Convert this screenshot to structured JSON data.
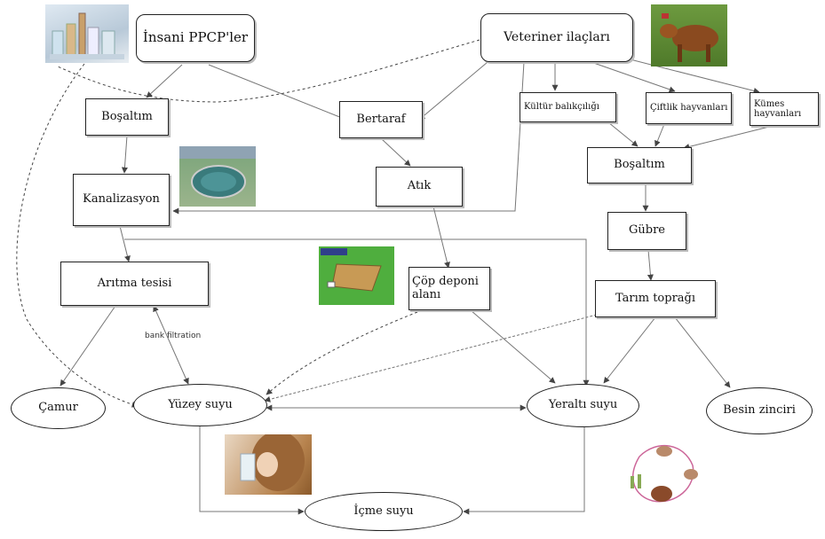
{
  "nodes": {
    "insani_ppcp": "İnsani PPCP'ler",
    "veteriner": "Veteriner ilaçları",
    "bosaltim_left": "Boşaltım",
    "bertaraf": "Bertaraf",
    "kultur": "Kültür balıkçılığı",
    "ciftlik": "Çiftlik hayvanları",
    "kumes": "Kümes hayvanları",
    "bosaltim_right": "Boşaltım",
    "kanalizasyon": "Kanalizasyon",
    "atik": "Atık",
    "gubre": "Gübre",
    "aritma": "Arıtma tesisi",
    "cop": "Çöp deponi alanı",
    "tarim": "Tarım toprağı",
    "camur": "Çamur",
    "yuzey": "Yüzey suyu",
    "yeralti": "Yeraltı suyu",
    "besin": "Besin zinciri",
    "icme": "İçme suyu"
  },
  "edge_labels": {
    "bank_filtration": "bank filtration"
  },
  "pictures": [
    "medicine-bottles-photo",
    "cow-photo",
    "treatment-plant-photo",
    "landfill-illustration",
    "drinking-water-photo",
    "food-chain-illustration"
  ]
}
